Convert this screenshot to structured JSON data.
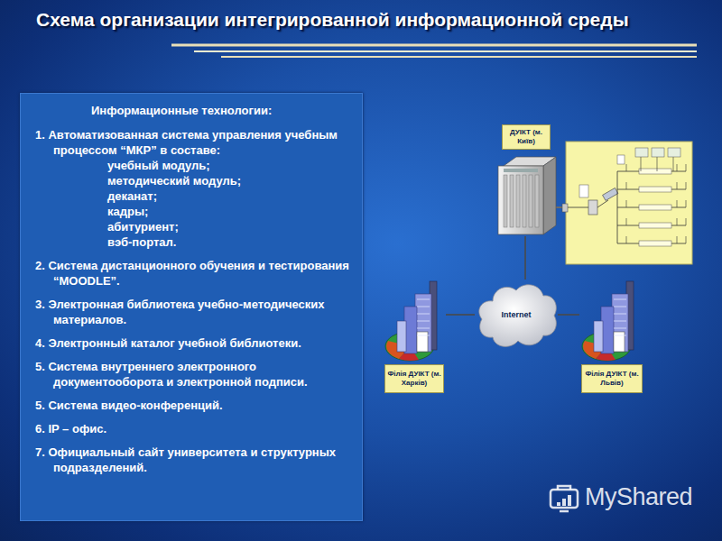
{
  "diagram": {
    "title": "Схема организации интегрированной информационной среды",
    "nodes": [
      {
        "text": [
          "Информационные технологии:",
          "1. Автоматизованная система управления учебным процессом “МКР” в составе:",
          "учебный модуль;",
          "методический модуль;",
          "деканат;",
          "кадры;",
          "абитуриент;",
          "вэб-портал.",
          "2. Система дистанционного обучения и тестирования “MOODLE”.",
          "3. Электронная библиотека учебно-методических материалов.",
          "4. Электронный каталог учебной библиотеки.",
          "5. Система внутреннего электронного документооборота и электронной подписи.",
          "5. Система видео-конференций.",
          "6. IP – офис.",
          "7. Официальный сайт университета и структурных подразделений."
        ]
      },
      {
        "text": [
          "ДУІКТ (м. Київ)"
        ]
      },
      {
        "text": [
          "Internet"
        ]
      },
      {
        "text": [
          "Філія ДУІКТ (м. Харків)"
        ]
      },
      {
        "text": [
          "Філія ДУІКТ (м. Львів)"
        ]
      }
    ],
    "edges": [
      {
        "from": 1,
        "to": 2,
        "arrow": "none"
      },
      {
        "from": 3,
        "to": 2,
        "arrow": "none"
      },
      {
        "from": 2,
        "to": 4,
        "arrow": "none"
      }
    ],
    "labels": [
      "MyShared"
    ]
  }
}
